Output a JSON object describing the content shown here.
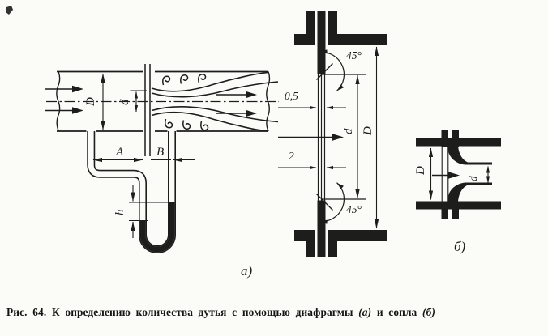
{
  "figure": {
    "ink_color": "#1d1d1b",
    "paper_color": "#fbfbf8"
  },
  "caption": {
    "prefix": "Рис. 64.",
    "body": "К определению количества дутья с помощью диафрагмы",
    "marker_a": "(а)",
    "conjunction": "и сопла",
    "marker_b": "(б)"
  },
  "diagram_a": {
    "label": "а)",
    "dim_pipe_diameter": "D",
    "dim_orifice_diameter": "d",
    "dim_upstream_tap_distance": "A",
    "dim_downstream_tap_distance": "B",
    "dim_manometer_level_difference": "h"
  },
  "orifice_detail": {
    "dim_edge_width": "0,5",
    "dim_plate_thickness": "2",
    "dim_bore_diameter": "d",
    "dim_pipe_diameter": "D",
    "bevel_angle_top": "45°",
    "bevel_angle_bottom": "45°"
  },
  "diagram_b": {
    "label": "б)",
    "dim_pipe_diameter": "D",
    "dim_throat_diameter": "d"
  }
}
